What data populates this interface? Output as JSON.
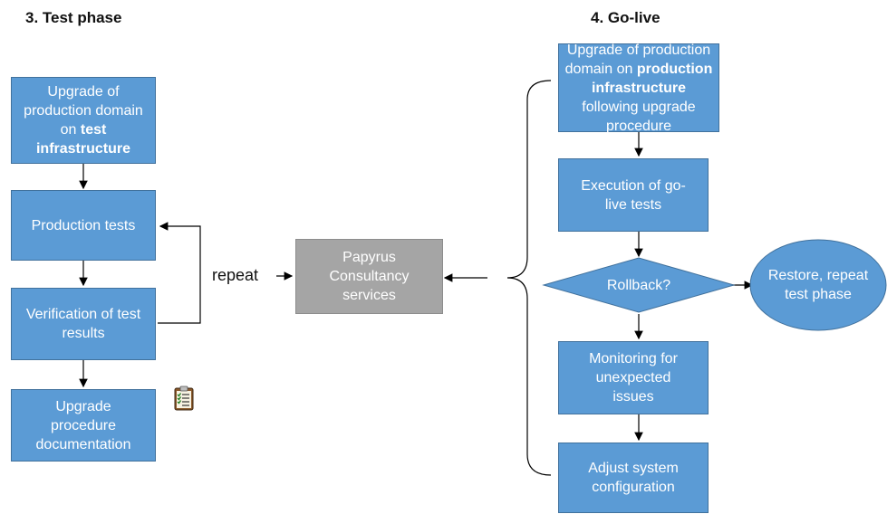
{
  "headings": {
    "test_phase": "3. Test phase",
    "go_live": "4. Go-live"
  },
  "test_phase": {
    "upgrade_test": {
      "pre": "Upgrade of production domain on ",
      "bold": "test infrastructure",
      "post": ""
    },
    "production_tests": "Production tests",
    "verification": "Verification of test results",
    "documentation": "Upgrade procedure documentation"
  },
  "repeat_label": "repeat",
  "consultancy": "Papyrus Consultancy services",
  "go_live": {
    "upgrade_prod": {
      "pre": "Upgrade of production domain on ",
      "bold": "production infrastructure",
      "post": " following upgrade procedure"
    },
    "execution": "Execution of go-live tests",
    "rollback": "Rollback?",
    "restore": "Restore, repeat test phase",
    "monitoring": "Monitoring for unexpected issues",
    "adjust": "Adjust system configuration"
  },
  "icons": {
    "checklist": "clipboard-checklist-icon"
  },
  "colors": {
    "box": "#5b9bd5",
    "box_border": "#41719c",
    "grey": "#a5a5a5"
  }
}
